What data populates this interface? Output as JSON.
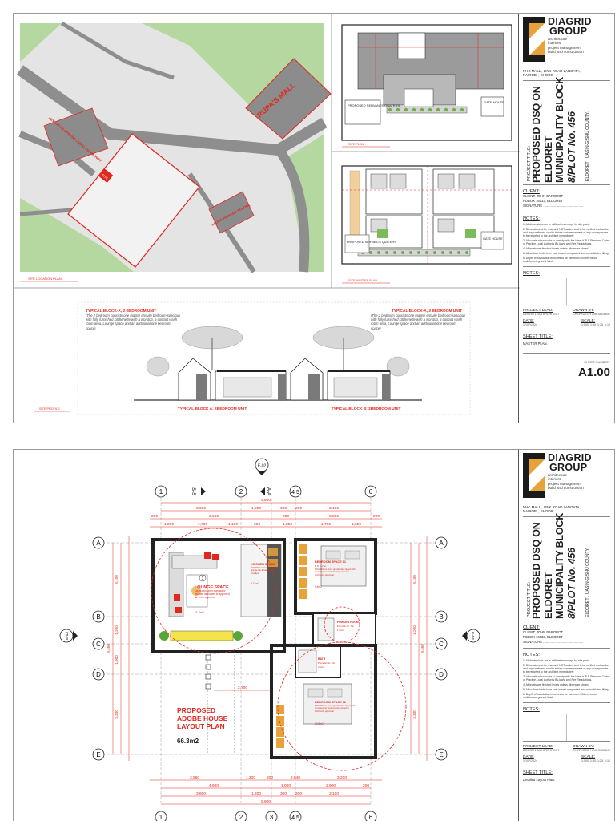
{
  "company": {
    "name_line1": "DIAGRID",
    "name_line2": "GROUP",
    "services": [
      "architecture",
      "interiors",
      "project management",
      "build and construction"
    ],
    "address_line1": "NHC MALL , LINK ROAD LANGATA,",
    "address_line2": "NAIROBI , SHOO9"
  },
  "project": {
    "title_label": "PROJECT TITLE:",
    "title_lines": [
      "PROPOSED DSQ ON",
      "ELDORET",
      "MUNICIPALITY BLOCK",
      "8/PLOT No. 456"
    ],
    "location": "ELDORET , UASIN-GISHU COUNTY."
  },
  "client": {
    "heading": "CLIENT:",
    "name": "CLIENT: JOHN BAROROT",
    "pobox": "POBOX 16033, ELDORET",
    "signature": "SIGNATURE ..........................................."
  },
  "notes": {
    "heading": "NOTES:",
    "items": [
      "1. All dimensions are in millimetres(except for site plan).",
      "2. Dimensions to be read and NOT scaled and to be verified and works and any confirmed on site before commencement of any discrepancies to be reported to the architect immediately.",
      "3. All construction works to comply with the latest K.B.S Standard Codes of Practice,Local Authority By-laws, and Fire Regulations.",
      "4. All levels are finished levels unless otherwise stated.",
      "5. All surface beds to be cast in well compacted and consolidated filling.",
      "6. Depth of foundation trenches to be minimum 600mm below undisturbed ground level."
    ],
    "heading2": "NOTES:"
  },
  "sheet_1": {
    "project_lead_label": "PROJECT LEAD:",
    "project_lead_value": "DESIGN LEAD ARCHITECT",
    "drawn_by_label": "DRAWN BY:",
    "drawn_by_value": "CHEPKOECH CHESHONNE",
    "date_label": "DATE:",
    "date_value": "17/07/2024",
    "scale_label": "SCALE:",
    "scale_value": "1:500, 1:50, 1:25, 1:10",
    "sheet_title_label": "SHEET TITLE:",
    "sheet_title": "MASTER PLAN.",
    "sheet_number_label": "SHEET NUMBER:",
    "sheet_number": "A1.00"
  },
  "sheet_2": {
    "project_lead_label": "PROJECT LEAD:",
    "project_lead_value": "DESIGN LEAD ARCHITECT",
    "drawn_by_label": "DRAWN BY:",
    "drawn_by_value": "CHEPKOECH CHESHONNE",
    "date_label": "DATE:",
    "date_value": "17/07/2024",
    "scale_label": "SCALE:",
    "scale_value": "1:500, 1:50, 1:25, 1:10",
    "sheet_title_label": "SHEET TITLE:",
    "sheet_title": "Detailed Layout Plan."
  },
  "site_plan": {
    "rupas_mall": "RUPA'S MALL",
    "site_label": "SITE",
    "community_label": "NEW DEVELOPMENT LIVING COMMUNITY",
    "school_label": "LAGOS PRIMARY SCHOOL",
    "plan_title": "SITE LOCATION PLAN"
  },
  "master_plan": {
    "servants_quarters": "PROPOSED SERVANTS QUATERS",
    "gate_house": "GATE HOUSE",
    "site_plan_title": "SITE PLAN",
    "servants_quarters_2": "PROPOSED SERVANTS QUATERS",
    "gate_house_2": "GATE HOUSE",
    "plan_title": "SITE MASTER PLAN"
  },
  "profile": {
    "block_a_heading": "TYPICAL BLOCK-A, 2 BEDROOM UNIT",
    "block_a_desc": "(The 2 bedroom consists one master ensuite bedroom spacious with fully furnished kitchenette with a worktop, a contact wash room area, Lounge space and an additional one bedroom space)",
    "block_b_heading": "TYPICAL BLOCK-A, 2 BEDROOM UNIT",
    "block_b_desc": "(The 2 bedroom consists one master ensuite bedroom spacious with fully furnished kitchenette with a worktop, a contact wash room area, Lounge space and an additional one bedroom space)",
    "block_a_caption": "TYPICAL BLOCK A: 2BEDROOM UNIT",
    "block_b_caption": "TYPICAL BLOCK B: 2BEDROOM UNIT",
    "plan_title": "SITE PROFILE"
  },
  "layout_plan": {
    "title_lines": [
      "PROPOSED",
      "ADOBE HOUSE",
      "LAYOUT PLAN"
    ],
    "area": "66.3m2",
    "elevation_top": "E-02",
    "elevation_left": "E-03",
    "elevation_right": "E-04",
    "section_ss": "S-S",
    "section_aa": "A-A",
    "grid_columns": [
      "1",
      "2",
      "3",
      "4",
      "5",
      "6"
    ],
    "grid_col_45": "4 5",
    "grid_rows": [
      "A",
      "B",
      "C",
      "D",
      "E"
    ],
    "top_dims_row1": [
      "9,800"
    ],
    "top_dims_row2": [
      "3,600",
      "1,200",
      "300",
      "200",
      "3,100"
    ],
    "top_dims_row3": [
      "200",
      "3,560",
      "200",
      "3,200",
      "200"
    ],
    "top_dims_row4": [
      "1,200",
      "1,700",
      "1,100",
      "600",
      "1,850",
      "1,700",
      "1,050"
    ],
    "bottom_dims_row1": [
      "3,560",
      "1,300",
      "200",
      "2,040",
      "3,200"
    ],
    "bottom_dims_row2": [
      "4,600",
      "1,000",
      "2,900",
      "200"
    ],
    "bottom_dims_row3": [
      "3,600",
      "1,200",
      "300",
      "200",
      "3,100"
    ],
    "bottom_dims_row4": [
      "9,800"
    ],
    "left_dims": [
      "3,100",
      "1,200",
      "1,900",
      "3,200"
    ],
    "right_dims": [
      "3,100",
      "1,200",
      "3,300"
    ],
    "left_total": "9,450",
    "right_total": "9,450",
    "corridor_dim": "2,700",
    "rooms": [
      {
        "name": "LOUNGE SPACE",
        "desc": "150x15x600mm mahogany wooden laminated to approved tile to be approved",
        "area": "11.5m2",
        "number": "1"
      },
      {
        "name": "KITCHEN SPACE",
        "desc": "600x600mm Grey textured granite tile & backsplash installed",
        "area": "3.72m2"
      },
      {
        "name": "BEDROOM SPACE 01",
        "desc": "600x600mm Grey granite tiles layed with 3mm spacer jointed and pointed to Architects approval",
        "area": "9.4m2",
        "code": "B.S. Gi Se"
      },
      {
        "name": "POWDER ROOM",
        "desc": "Porcelain St. Tile",
        "area": "1.6m2"
      },
      {
        "name": "BATH",
        "desc": "Porcelain St. Tile",
        "area": "2.5m2"
      },
      {
        "name": "BEDROOM SPACE 02",
        "desc": "600x600mm Grey granite tiles layed with 3mm spacer jointed and pointed to Architects approval",
        "area": "10.5m2"
      }
    ]
  },
  "colors": {
    "accent_red": "#e0281e",
    "road_grey": "#8e8e8e",
    "grass_green": "#b5d8a0",
    "brand_orange": "#e8a23a",
    "brand_dark": "#1a1a1a"
  }
}
